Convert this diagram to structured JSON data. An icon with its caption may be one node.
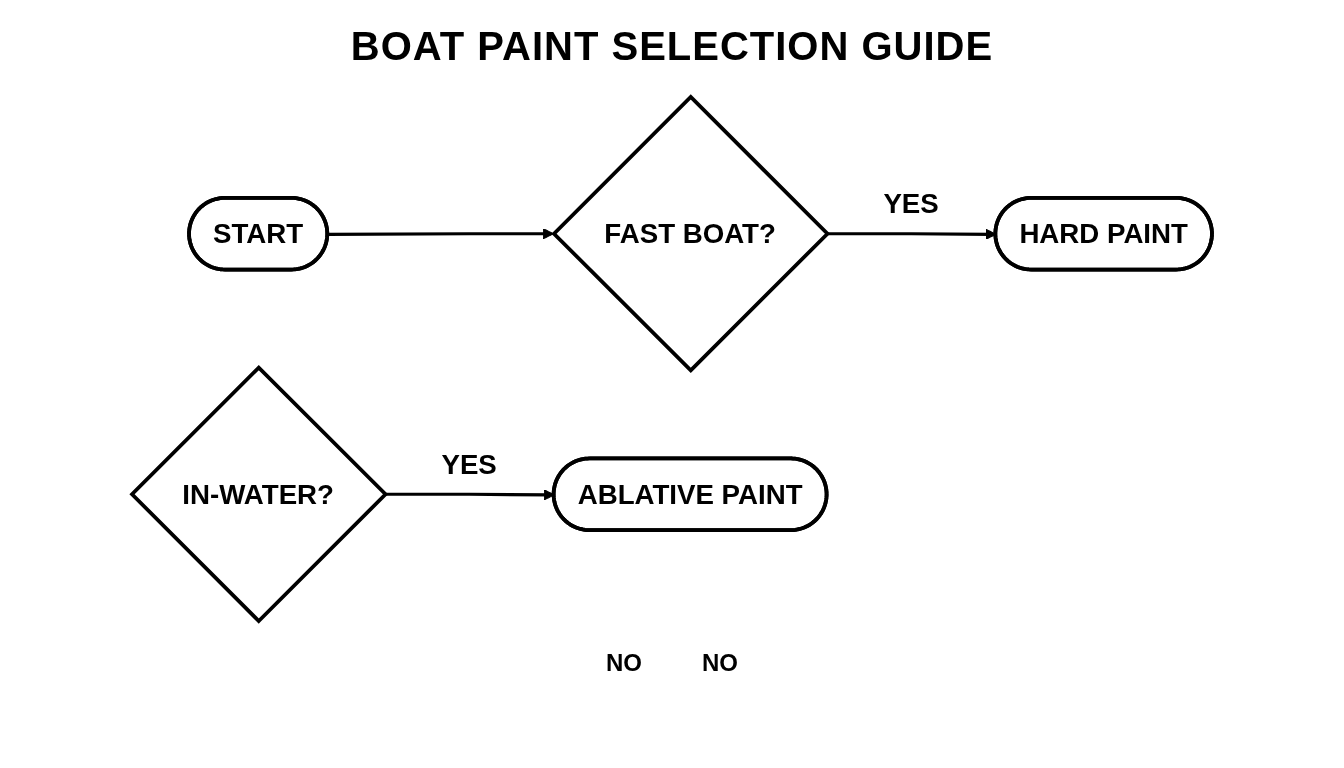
{
  "diagram": {
    "title": "BOAT PAINT SELECTION GUIDE",
    "nodes": [
      {
        "text": [
          "START"
        ]
      },
      {
        "text": [
          "FAST BOAT?"
        ]
      },
      {
        "text": [
          "HARD PAINT"
        ]
      },
      {
        "text": [
          "IN-WATER?"
        ]
      },
      {
        "text": [
          "ABLATIVE PAINT"
        ]
      }
    ],
    "edges": [
      {
        "from": 0,
        "to": 1,
        "arrow": "to"
      },
      {
        "from": 1,
        "to": 2,
        "arrow": "to",
        "label": "YES"
      },
      {
        "from": 3,
        "to": 4,
        "arrow": "to",
        "label": "YES"
      }
    ],
    "labels": [
      "NO",
      "NO"
    ]
  }
}
